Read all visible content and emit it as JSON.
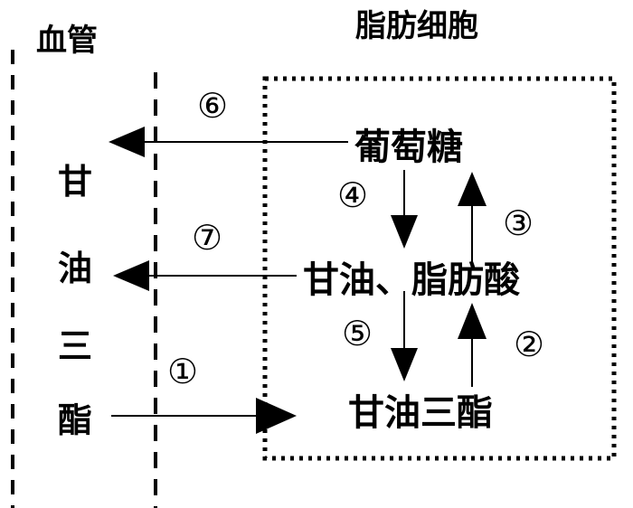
{
  "labels": {
    "blood_vessel": "血管",
    "fat_cell": "脂肪细胞"
  },
  "nodes": {
    "glucose": "葡萄糖",
    "glycerol_fatty_acid": "甘油、脂肪酸",
    "triglyceride": "甘油三酯"
  },
  "vessel_text": [
    "甘",
    "油",
    "三",
    "酯"
  ],
  "steps": {
    "s1": "①",
    "s2": "②",
    "s3": "③",
    "s4": "④",
    "s5": "⑤",
    "s6": "⑥",
    "s7": "⑦"
  }
}
